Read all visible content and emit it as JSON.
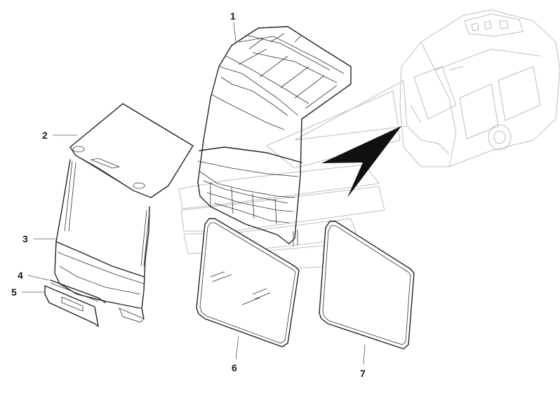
{
  "callouts": [
    {
      "id": "1",
      "text": "1"
    },
    {
      "id": "2",
      "text": "2"
    },
    {
      "id": "3",
      "text": "3"
    },
    {
      "id": "4",
      "text": "4"
    },
    {
      "id": "5",
      "text": "5"
    },
    {
      "id": "6",
      "text": "6"
    },
    {
      "id": "7",
      "text": "7"
    }
  ],
  "colors": {
    "line": "#222222",
    "ghost": "#bdbdbd",
    "background": "#ffffff",
    "accent_arrow": "#111111"
  },
  "icons": [
    "bus-front-roof-assembly",
    "front-cap-assembly",
    "windshield-left",
    "windshield-right",
    "bus-context-sketch",
    "direction-arrow"
  ]
}
